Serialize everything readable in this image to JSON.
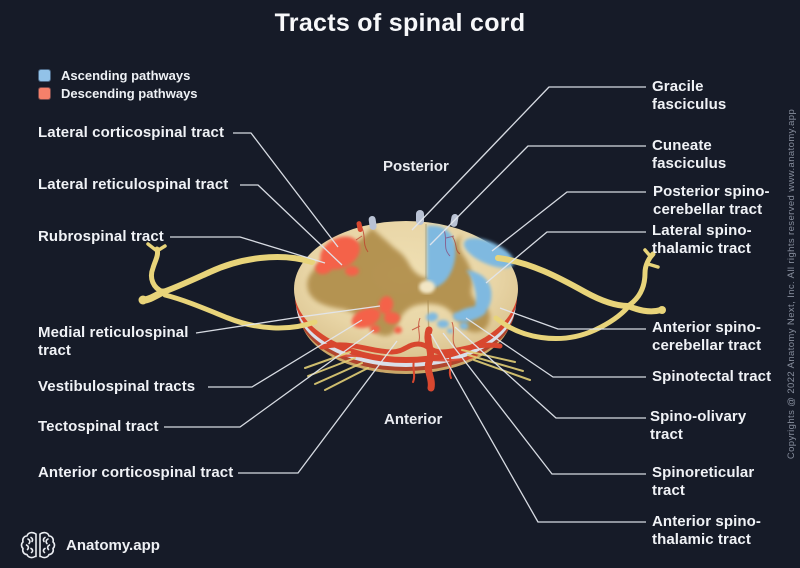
{
  "title": "Tracts of spinal cord",
  "legend": {
    "ascending": {
      "label": "Ascending pathways",
      "color": "#92c2e8"
    },
    "descending": {
      "label": "Descending pathways",
      "color": "#f5806a"
    }
  },
  "orientation": {
    "posterior": "Posterior",
    "anterior": "Anterior"
  },
  "labels": {
    "left": [
      {
        "text": "Lateral corticospinal tract"
      },
      {
        "text": "Lateral reticulospinal tract"
      },
      {
        "text": "Rubrospinal tract"
      },
      {
        "text": "Medial reticulospinal tract"
      },
      {
        "text": "Vestibulospinal tracts"
      },
      {
        "text": "Tectospinal tract"
      },
      {
        "text": "Anterior corticospinal tract"
      }
    ],
    "right": [
      {
        "text": "Gracile fasciculus"
      },
      {
        "text": "Cuneate fasciculus"
      },
      {
        "text": "Posterior spino-cerebellar tract"
      },
      {
        "text": "Lateral spino-thalamic tract"
      },
      {
        "text": "Anterior spino-cerebellar tract"
      },
      {
        "text": "Spinotectal tract"
      },
      {
        "text": "Spino-olivary tract"
      },
      {
        "text": "Spinoreticular tract"
      },
      {
        "text": "Anterior spino-thalamic tract"
      }
    ]
  },
  "footer": {
    "brand": "Anatomy.app"
  },
  "copyright": "Copyrights @ 2022 Anatomy Next, Inc. All rights reserved www.anatomy.app",
  "colors": {
    "background": "#161b28",
    "text": "#f0f2f6",
    "ascending_blue": "#7fb9e0",
    "descending_red": "#f4624a",
    "white_matter": "#ead9ab",
    "gray_matter": "#b2904e",
    "nerve_yellow": "#e8d47a",
    "artery_red": "#d8472f"
  }
}
